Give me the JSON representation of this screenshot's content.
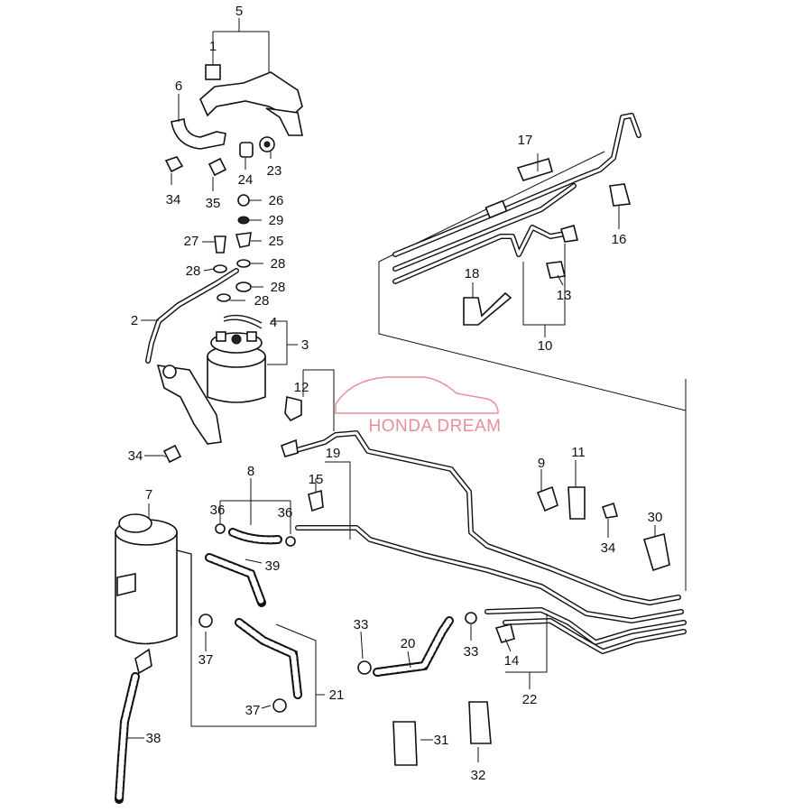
{
  "watermark": {
    "text": "HONDA DREAM",
    "color": "#e88f96"
  },
  "callouts": {
    "c1": "1",
    "c2": "2",
    "c3": "3",
    "c4": "4",
    "c5": "5",
    "c6": "6",
    "c7": "7",
    "c8": "8",
    "c9": "9",
    "c10": "10",
    "c11": "11",
    "c12": "12",
    "c13": "13",
    "c14": "14",
    "c15": "15",
    "c16": "16",
    "c17": "17",
    "c18": "18",
    "c19": "19",
    "c20": "20",
    "c21": "21",
    "c22": "22",
    "c23": "23",
    "c24": "24",
    "c25": "25",
    "c26": "26",
    "c27": "27",
    "c28a": "28",
    "c28b": "28",
    "c28c": "28",
    "c28d": "28",
    "c29": "29",
    "c30": "30",
    "c31": "31",
    "c32": "32",
    "c33a": "33",
    "c33b": "33",
    "c34a": "34",
    "c34b": "34",
    "c34c": "34",
    "c35": "35",
    "c36a": "36",
    "c36b": "36",
    "c37a": "37",
    "c37b": "37",
    "c38": "38",
    "c39": "39"
  }
}
